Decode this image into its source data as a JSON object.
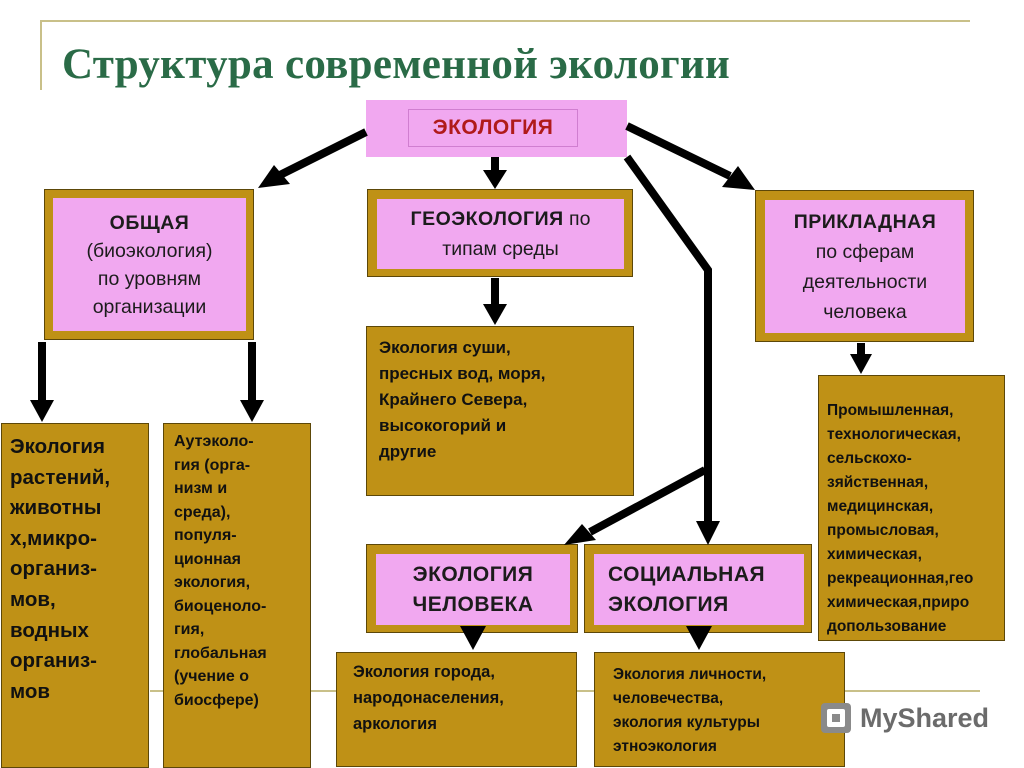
{
  "title": "Структура современной экологии",
  "root": {
    "label": "ЭКОЛОГИЯ"
  },
  "general": {
    "heading": "ОБЩАЯ",
    "lines": "(биоэкология)\nпо уровням\nорганизации"
  },
  "geo": {
    "heading": "ГЕОЭКОЛОГИЯ",
    "suffix": " по",
    "line2": "типам среды"
  },
  "applied": {
    "heading": "ПРИКЛАДНАЯ",
    "lines": "по сферам\nдеятельности\nчеловека"
  },
  "geo_details": "Экология суши,\nпресных вод, моря,\nКрайнего Севера,\nвысокогорий и\nдругие",
  "applied_details": "Промышленная,\nтехнологическая,\nсельскохо-\nзяйственная,\nмедицинская,\nпромысловая,\nхимическая,\nрекреационная,гео\nхимическая,приро\nдопользование",
  "organisms": "Экология\nрастений,\nживотны\nх,микро-\nорганиз-\nмов,\nводных\nорганиз-\nмов",
  "levels": "Аутэколо-\nгия (орга-\nнизм и\nсреда),\nпопуля-\nционная\nэкология,\nбиоценоло-\nгия,\nглобальная\n(учение о\nбиосфере)",
  "human": {
    "heading": "ЭКОЛОГИЯ\nЧЕЛОВЕКА"
  },
  "social": {
    "heading": "СОЦИАЛЬНАЯ\nЭКОЛОГИЯ"
  },
  "human_details": "Экология города,\nнародонаселения,\nаркология",
  "social_details": "Экология личности,\nчеловечества,\nэкология культуры\nэтноэкология",
  "watermark": "MyShared",
  "colors": {
    "gold": "#bf9116",
    "pink": "#f1a8f0",
    "title": "#2a6b47",
    "root_text": "#b01a1a"
  }
}
